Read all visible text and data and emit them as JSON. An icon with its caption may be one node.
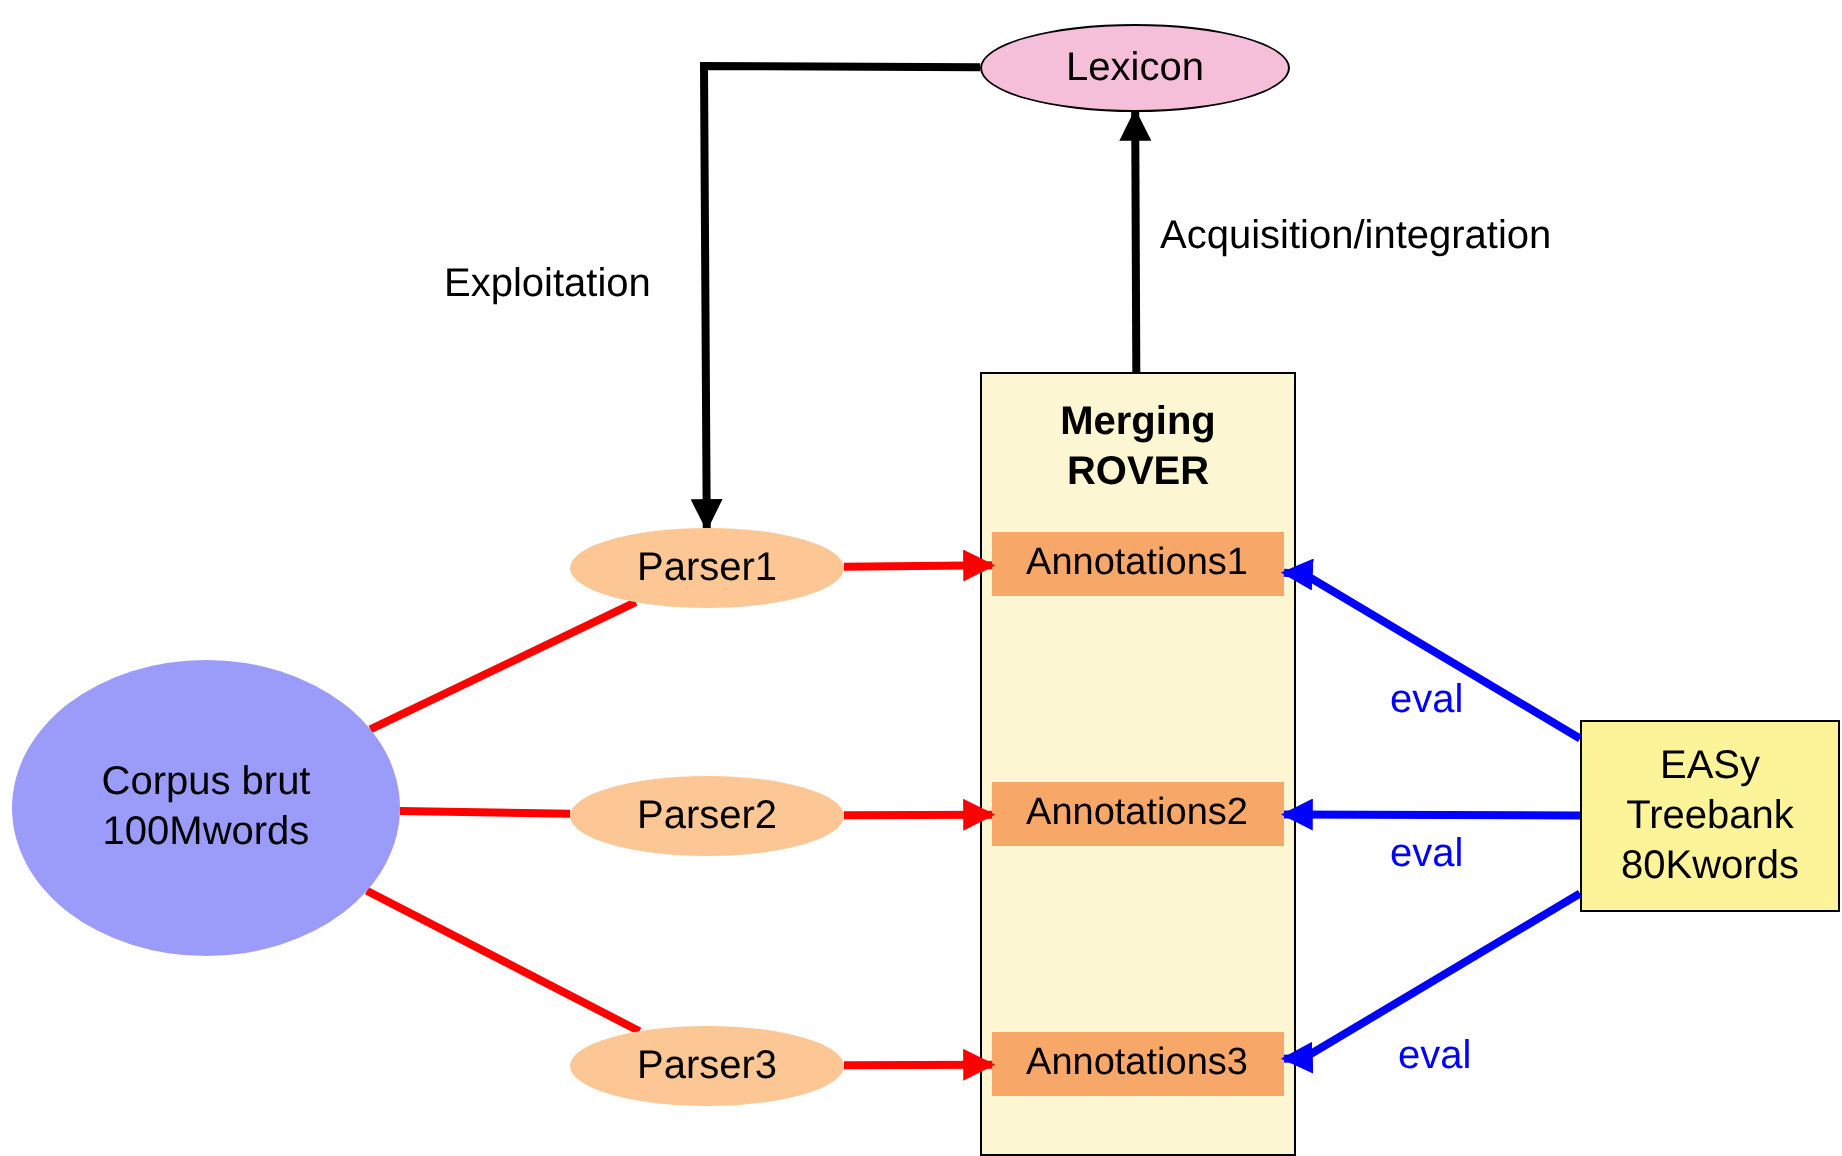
{
  "diagram": {
    "nodes": [
      {
        "text": [
          "Lexicon"
        ]
      },
      {
        "text": [
          "Merging ROVER"
        ]
      },
      {
        "text": [
          "Annotations1"
        ],
        "in": 1
      },
      {
        "text": [
          "Annotations2"
        ],
        "in": 1
      },
      {
        "text": [
          "Annotations3"
        ],
        "in": 1
      },
      {
        "text": [
          "Parser1"
        ]
      },
      {
        "text": [
          "Parser2"
        ]
      },
      {
        "text": [
          "Parser3"
        ]
      },
      {
        "text": [
          "Corpus brut 100Mwords"
        ]
      },
      {
        "text": [
          "EASy Treebank 80Kwords"
        ]
      }
    ],
    "edges": [
      {
        "from": 0,
        "to": 5,
        "arrow": "to",
        "label": "Exploitation",
        "color": "#000000"
      },
      {
        "from": 1,
        "to": 0,
        "arrow": "to",
        "label": "Acquisition/integration",
        "color": "#000000"
      },
      {
        "from": 5,
        "to": 2,
        "arrow": "to",
        "color": "#ff0000"
      },
      {
        "from": 6,
        "to": 3,
        "arrow": "to",
        "color": "#ff0000"
      },
      {
        "from": 7,
        "to": 4,
        "arrow": "to",
        "color": "#ff0000"
      },
      {
        "from": 8,
        "to": 5,
        "arrow": "none",
        "color": "#ff0000"
      },
      {
        "from": 8,
        "to": 6,
        "arrow": "none",
        "color": "#ff0000"
      },
      {
        "from": 8,
        "to": 7,
        "arrow": "none",
        "color": "#ff0000"
      },
      {
        "from": 9,
        "to": 2,
        "arrow": "to",
        "label": "eval",
        "color": "#0000ff"
      },
      {
        "from": 9,
        "to": 3,
        "arrow": "to",
        "label": "eval",
        "color": "#0000ff"
      },
      {
        "from": 9,
        "to": 4,
        "arrow": "to",
        "label": "eval",
        "color": "#0000ff"
      }
    ]
  }
}
